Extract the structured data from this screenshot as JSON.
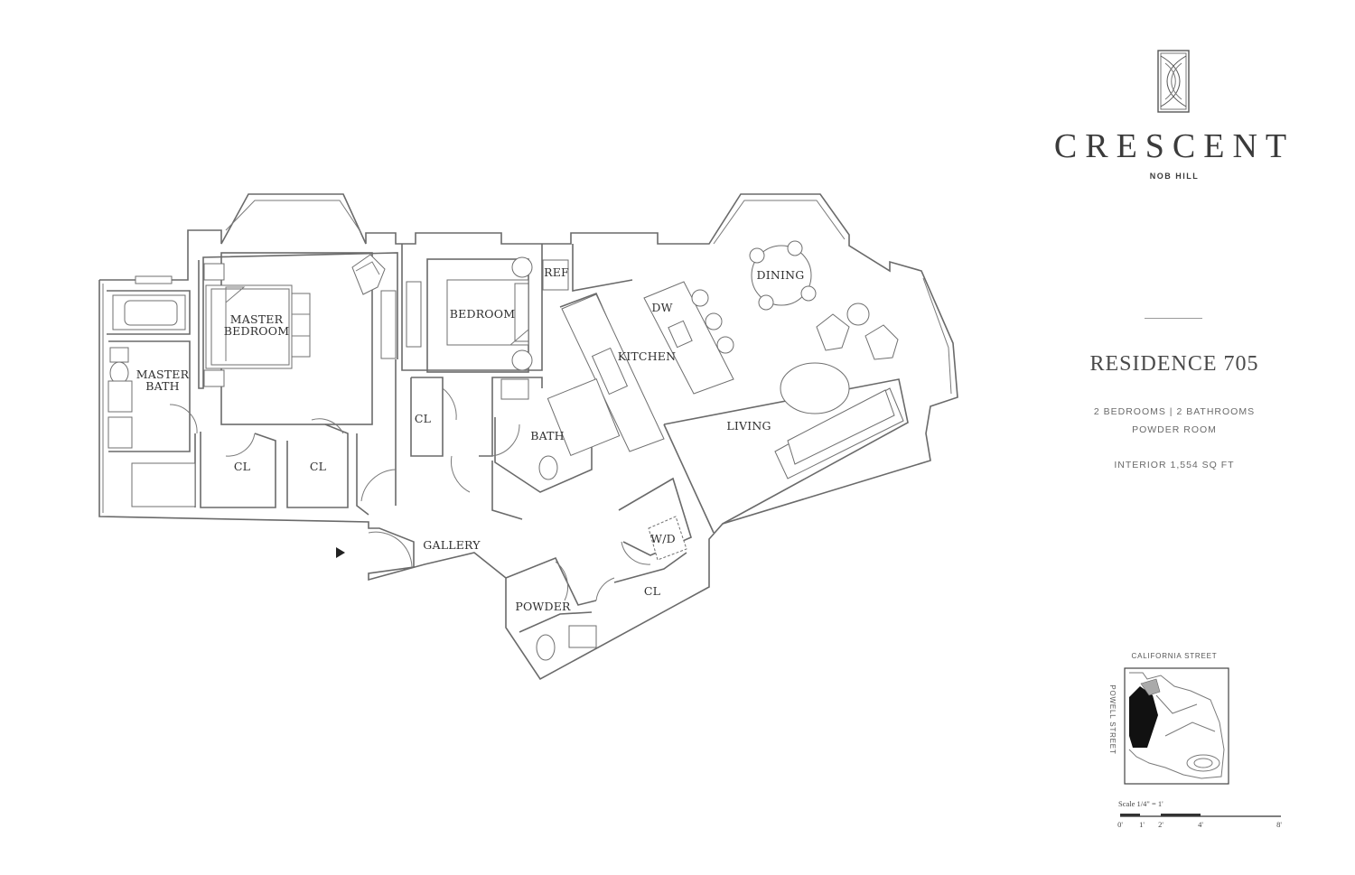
{
  "brand": {
    "name": "CRESCENT",
    "subtitle": "NOB HILL",
    "logo_icon": "crescent-monogram-icon"
  },
  "residence": {
    "title": "RESIDENCE 705",
    "rooms": "2 BEDROOMS | 2 BATHROOMS",
    "extra": "POWDER ROOM",
    "area": "INTERIOR 1,554 SQ FT"
  },
  "rooms": {
    "master_bedroom_1": "MASTER",
    "master_bedroom_2": "BEDROOM",
    "master_bath_1": "MASTER",
    "master_bath_2": "BATH",
    "bedroom": "BEDROOM",
    "ref": "REF",
    "dw": "DW",
    "kitchen": "KITCHEN",
    "dining": "DINING",
    "living": "LIVING",
    "bath": "BATH",
    "cl_1": "CL",
    "cl_2": "CL",
    "cl_3": "CL",
    "cl_4": "CL",
    "gallery": "GALLERY",
    "wd": "W/D",
    "powder": "POWDER"
  },
  "keyplan": {
    "north_street": "CALIFORNIA STREET",
    "west_street": "POWELL STREET"
  },
  "scale": {
    "label": "Scale 1/4\" = 1'",
    "ticks": [
      "0'",
      "1'",
      "2'",
      "4'",
      "8'"
    ]
  },
  "entry_icon": "entry-arrow-icon",
  "colors": {
    "line": "#6a6a6a",
    "text": "#3a3a3a",
    "unit_highlight": "#111111"
  }
}
